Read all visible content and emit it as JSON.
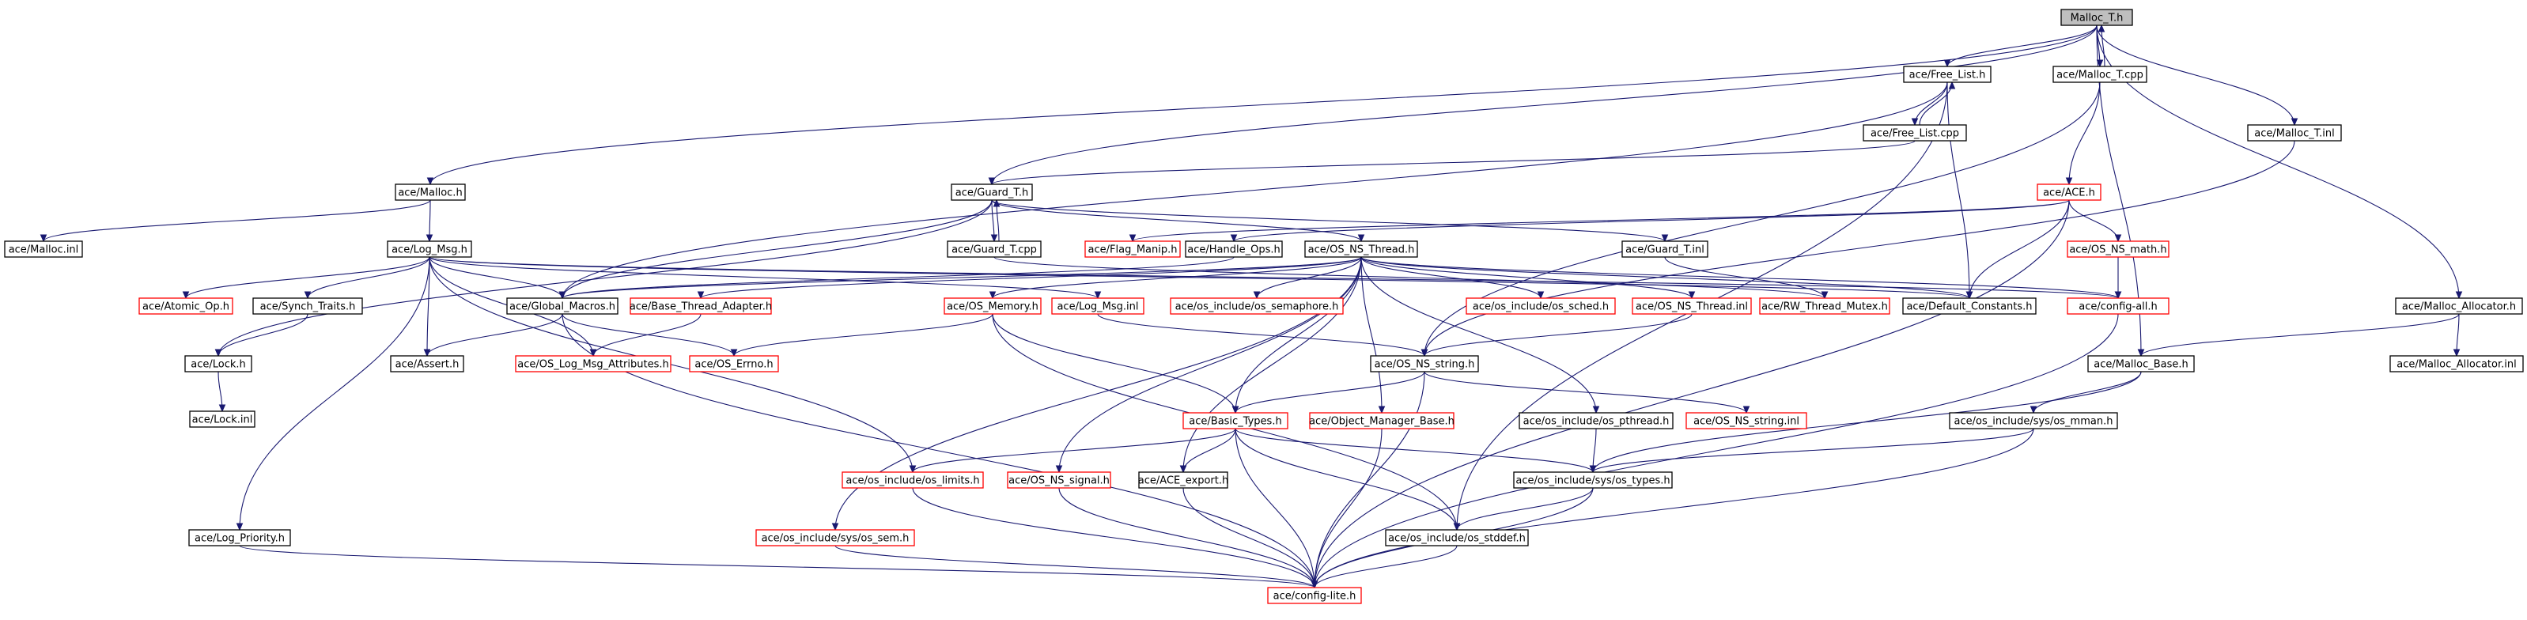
{
  "title": "Malloc_T.h",
  "colors": {
    "edge": "#191970",
    "node_border": "#000000",
    "missing_border": "#ff0000",
    "current_fill": "#bfbfbf",
    "node_fill": "#ffffff"
  },
  "nodes": [
    {
      "id": "malloc_t_h",
      "label": "Malloc_T.h",
      "kind": "current"
    },
    {
      "id": "free_list_h",
      "label": "ace/Free_List.h",
      "kind": "normal"
    },
    {
      "id": "malloc_t_cpp",
      "label": "ace/Malloc_T.cpp",
      "kind": "normal"
    },
    {
      "id": "free_list_cpp",
      "label": "ace/Free_List.cpp",
      "kind": "normal"
    },
    {
      "id": "malloc_t_inl",
      "label": "ace/Malloc_T.inl",
      "kind": "normal"
    },
    {
      "id": "malloc_h",
      "label": "ace/Malloc.h",
      "kind": "normal"
    },
    {
      "id": "guard_t_h",
      "label": "ace/Guard_T.h",
      "kind": "normal"
    },
    {
      "id": "ace_h",
      "label": "ace/ACE.h",
      "kind": "missing"
    },
    {
      "id": "malloc_inl",
      "label": "ace/Malloc.inl",
      "kind": "normal"
    },
    {
      "id": "log_msg_h",
      "label": "ace/Log_Msg.h",
      "kind": "normal"
    },
    {
      "id": "guard_t_cpp",
      "label": "ace/Guard_T.cpp",
      "kind": "normal"
    },
    {
      "id": "flag_manip_h",
      "label": "ace/Flag_Manip.h",
      "kind": "missing"
    },
    {
      "id": "handle_ops_h",
      "label": "ace/Handle_Ops.h",
      "kind": "normal"
    },
    {
      "id": "os_ns_thread_h",
      "label": "ace/OS_NS_Thread.h",
      "kind": "normal"
    },
    {
      "id": "guard_t_inl",
      "label": "ace/Guard_T.inl",
      "kind": "normal"
    },
    {
      "id": "os_ns_math_h",
      "label": "ace/OS_NS_math.h",
      "kind": "missing"
    },
    {
      "id": "atomic_op_h",
      "label": "ace/Atomic_Op.h",
      "kind": "missing"
    },
    {
      "id": "synch_traits_h",
      "label": "ace/Synch_Traits.h",
      "kind": "normal"
    },
    {
      "id": "global_macros_h",
      "label": "ace/Global_Macros.h",
      "kind": "normal"
    },
    {
      "id": "base_thread_adapter_h",
      "label": "ace/Base_Thread_Adapter.h",
      "kind": "missing"
    },
    {
      "id": "os_memory_h",
      "label": "ace/OS_Memory.h",
      "kind": "missing"
    },
    {
      "id": "log_msg_inl",
      "label": "ace/Log_Msg.inl",
      "kind": "missing"
    },
    {
      "id": "os_semaphore_h",
      "label": "ace/os_include/os_semaphore.h",
      "kind": "missing"
    },
    {
      "id": "os_sched_h",
      "label": "ace/os_include/os_sched.h",
      "kind": "missing"
    },
    {
      "id": "os_ns_thread_inl",
      "label": "ace/OS_NS_Thread.inl",
      "kind": "missing"
    },
    {
      "id": "rw_thread_mutex_h",
      "label": "ace/RW_Thread_Mutex.h",
      "kind": "missing"
    },
    {
      "id": "default_constants_h",
      "label": "ace/Default_Constants.h",
      "kind": "normal"
    },
    {
      "id": "config_all_h",
      "label": "ace/config-all.h",
      "kind": "missing"
    },
    {
      "id": "malloc_allocator_h",
      "label": "ace/Malloc_Allocator.h",
      "kind": "normal"
    },
    {
      "id": "lock_h",
      "label": "ace/Lock.h",
      "kind": "normal"
    },
    {
      "id": "assert_h",
      "label": "ace/Assert.h",
      "kind": "normal"
    },
    {
      "id": "os_log_msg_attributes_h",
      "label": "ace/OS_Log_Msg_Attributes.h",
      "kind": "missing"
    },
    {
      "id": "os_errno_h",
      "label": "ace/OS_Errno.h",
      "kind": "missing"
    },
    {
      "id": "os_ns_string_h",
      "label": "ace/OS_NS_string.h",
      "kind": "normal"
    },
    {
      "id": "malloc_base_h",
      "label": "ace/Malloc_Base.h",
      "kind": "normal"
    },
    {
      "id": "malloc_allocator_inl",
      "label": "ace/Malloc_Allocator.inl",
      "kind": "normal"
    },
    {
      "id": "lock_inl",
      "label": "ace/Lock.inl",
      "kind": "normal"
    },
    {
      "id": "basic_types_h",
      "label": "ace/Basic_Types.h",
      "kind": "missing"
    },
    {
      "id": "object_manager_base_h",
      "label": "ace/Object_Manager_Base.h",
      "kind": "missing"
    },
    {
      "id": "os_pthread_h",
      "label": "ace/os_include/os_pthread.h",
      "kind": "normal"
    },
    {
      "id": "os_ns_string_inl",
      "label": "ace/OS_NS_string.inl",
      "kind": "missing"
    },
    {
      "id": "os_mman_h",
      "label": "ace/os_include/sys/os_mman.h",
      "kind": "normal"
    },
    {
      "id": "os_limits_h",
      "label": "ace/os_include/os_limits.h",
      "kind": "missing"
    },
    {
      "id": "os_ns_signal_h",
      "label": "ace/OS_NS_signal.h",
      "kind": "missing"
    },
    {
      "id": "ace_export_h",
      "label": "ace/ACE_export.h",
      "kind": "normal"
    },
    {
      "id": "os_types_h",
      "label": "ace/os_include/sys/os_types.h",
      "kind": "normal"
    },
    {
      "id": "log_priority_h",
      "label": "ace/Log_Priority.h",
      "kind": "normal"
    },
    {
      "id": "os_sem_h",
      "label": "ace/os_include/sys/os_sem.h",
      "kind": "missing"
    },
    {
      "id": "os_stddef_h",
      "label": "ace/os_include/os_stddef.h",
      "kind": "normal"
    },
    {
      "id": "config_lite_h",
      "label": "ace/config-lite.h",
      "kind": "missing"
    }
  ],
  "edges": [
    [
      "malloc_t_h",
      "malloc_h"
    ],
    [
      "malloc_t_h",
      "free_list_h"
    ],
    [
      "malloc_t_h",
      "guard_t_h"
    ],
    [
      "malloc_t_h",
      "malloc_t_inl"
    ],
    [
      "malloc_t_h",
      "malloc_t_cpp"
    ],
    [
      "malloc_t_h",
      "malloc_allocator_h"
    ],
    [
      "malloc_t_h",
      "malloc_base_h"
    ],
    [
      "malloc_h",
      "malloc_inl"
    ],
    [
      "malloc_h",
      "log_msg_h"
    ],
    [
      "free_list_h",
      "global_macros_h"
    ],
    [
      "free_list_h",
      "default_constants_h"
    ],
    [
      "free_list_h",
      "free_list_cpp"
    ],
    [
      "free_list_h",
      "os_stddef_h"
    ],
    [
      "free_list_cpp",
      "free_list_h"
    ],
    [
      "free_list_cpp",
      "guard_t_h"
    ],
    [
      "malloc_t_cpp",
      "malloc_t_h"
    ],
    [
      "malloc_t_cpp",
      "ace_h"
    ],
    [
      "malloc_t_cpp",
      "os_ns_string_h"
    ],
    [
      "malloc_t_inl",
      "os_ns_string_h"
    ],
    [
      "guard_t_h",
      "lock_h"
    ],
    [
      "guard_t_h",
      "global_macros_h"
    ],
    [
      "guard_t_h",
      "os_ns_thread_h"
    ],
    [
      "guard_t_h",
      "guard_t_inl"
    ],
    [
      "guard_t_h",
      "guard_t_cpp"
    ],
    [
      "guard_t_cpp",
      "guard_t_h"
    ],
    [
      "guard_t_cpp",
      "rw_thread_mutex_h"
    ],
    [
      "guard_t_inl",
      "rw_thread_mutex_h"
    ],
    [
      "ace_h",
      "flag_manip_h"
    ],
    [
      "ace_h",
      "handle_ops_h"
    ],
    [
      "ace_h",
      "os_ns_math_h"
    ],
    [
      "ace_h",
      "default_constants_h"
    ],
    [
      "ace_h",
      "config_lite_h"
    ],
    [
      "os_ns_math_h",
      "config_all_h"
    ],
    [
      "handle_ops_h",
      "global_macros_h"
    ],
    [
      "log_msg_h",
      "atomic_op_h"
    ],
    [
      "log_msg_h",
      "synch_traits_h"
    ],
    [
      "log_msg_h",
      "global_macros_h"
    ],
    [
      "log_msg_h",
      "assert_h"
    ],
    [
      "log_msg_h",
      "os_log_msg_attributes_h"
    ],
    [
      "log_msg_h",
      "log_priority_h"
    ],
    [
      "log_msg_h",
      "log_msg_inl"
    ],
    [
      "log_msg_h",
      "os_limits_h"
    ],
    [
      "log_msg_h",
      "default_constants_h"
    ],
    [
      "log_msg_h",
      "config_all_h"
    ],
    [
      "synch_traits_h",
      "lock_h"
    ],
    [
      "lock_h",
      "lock_inl"
    ],
    [
      "global_macros_h",
      "assert_h"
    ],
    [
      "global_macros_h",
      "os_errno_h"
    ],
    [
      "global_macros_h",
      "config_lite_h"
    ],
    [
      "os_ns_thread_h",
      "global_macros_h"
    ],
    [
      "os_ns_thread_h",
      "base_thread_adapter_h"
    ],
    [
      "os_ns_thread_h",
      "os_memory_h"
    ],
    [
      "os_ns_thread_h",
      "os_semaphore_h"
    ],
    [
      "os_ns_thread_h",
      "os_sched_h"
    ],
    [
      "os_ns_thread_h",
      "os_ns_thread_inl"
    ],
    [
      "os_ns_thread_h",
      "default_constants_h"
    ],
    [
      "os_ns_thread_h",
      "config_all_h"
    ],
    [
      "os_ns_thread_h",
      "basic_types_h"
    ],
    [
      "os_ns_thread_h",
      "object_manager_base_h"
    ],
    [
      "os_ns_thread_h",
      "os_pthread_h"
    ],
    [
      "os_ns_thread_h",
      "os_ns_signal_h"
    ],
    [
      "os_ns_thread_h",
      "ace_export_h"
    ],
    [
      "os_ns_thread_h",
      "os_sem_h"
    ],
    [
      "base_thread_adapter_h",
      "os_log_msg_attributes_h"
    ],
    [
      "os_memory_h",
      "os_errno_h"
    ],
    [
      "os_memory_h",
      "basic_types_h"
    ],
    [
      "os_memory_h",
      "os_stddef_h"
    ],
    [
      "log_msg_inl",
      "os_ns_string_h"
    ],
    [
      "os_ns_thread_inl",
      "os_ns_string_h"
    ],
    [
      "config_all_h",
      "config_lite_h"
    ],
    [
      "malloc_allocator_h",
      "malloc_base_h"
    ],
    [
      "malloc_allocator_h",
      "malloc_allocator_inl"
    ],
    [
      "os_ns_string_h",
      "basic_types_h"
    ],
    [
      "os_ns_string_h",
      "os_ns_string_inl"
    ],
    [
      "os_ns_string_h",
      "config_lite_h"
    ],
    [
      "malloc_base_h",
      "os_mman_h"
    ],
    [
      "malloc_base_h",
      "os_types_h"
    ],
    [
      "basic_types_h",
      "os_limits_h"
    ],
    [
      "basic_types_h",
      "ace_export_h"
    ],
    [
      "basic_types_h",
      "os_types_h"
    ],
    [
      "basic_types_h",
      "os_stddef_h"
    ],
    [
      "basic_types_h",
      "config_lite_h"
    ],
    [
      "object_manager_base_h",
      "config_lite_h"
    ],
    [
      "os_pthread_h",
      "os_types_h"
    ],
    [
      "os_mman_h",
      "os_types_h"
    ],
    [
      "os_mman_h",
      "config_lite_h"
    ],
    [
      "os_types_h",
      "os_stddef_h"
    ],
    [
      "os_types_h",
      "config_lite_h"
    ],
    [
      "os_limits_h",
      "config_lite_h"
    ],
    [
      "os_ns_signal_h",
      "config_lite_h"
    ],
    [
      "ace_export_h",
      "config_lite_h"
    ],
    [
      "log_priority_h",
      "config_lite_h"
    ],
    [
      "os_sem_h",
      "config_lite_h"
    ],
    [
      "os_stddef_h",
      "config_lite_h"
    ]
  ]
}
